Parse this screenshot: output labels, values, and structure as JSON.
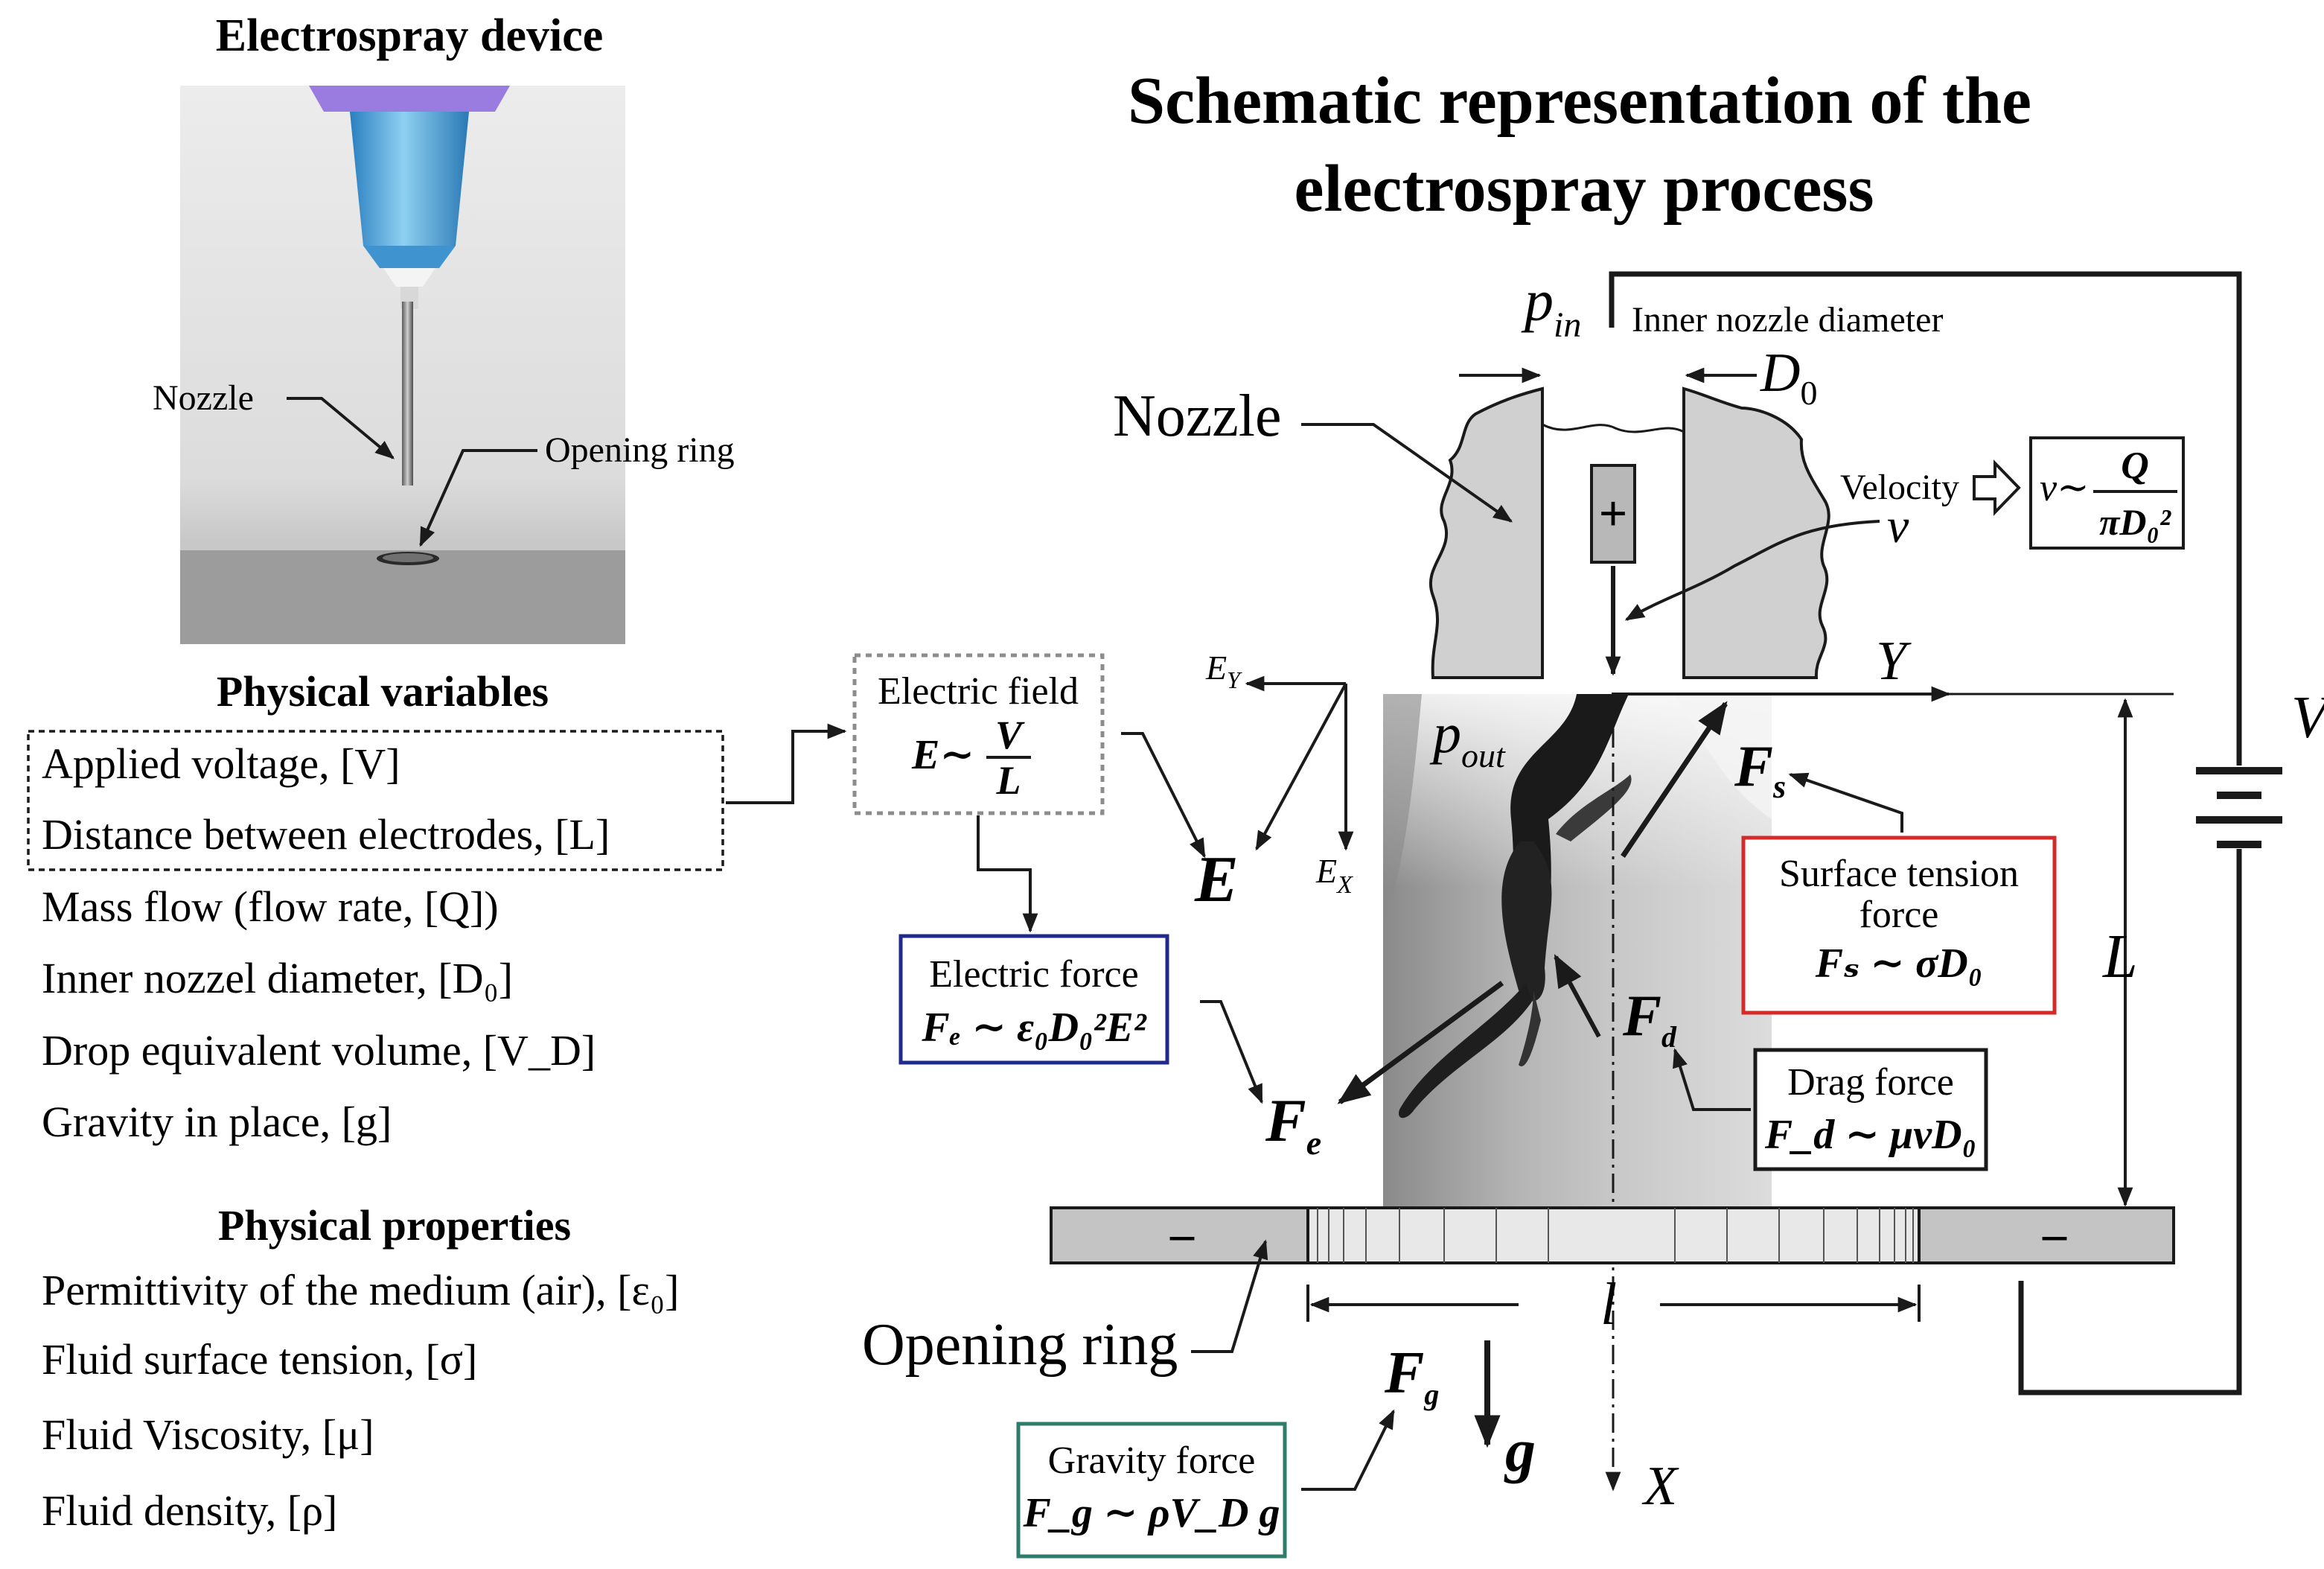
{
  "left_panel": {
    "photo_title": "Electrospray device",
    "photo_labels": {
      "nozzle": "Nozzle",
      "opening_ring": "Opening ring"
    },
    "variables_title": "Physical variables",
    "variables": [
      "Applied voltage, [V]",
      "Distance between electrodes, [L]",
      "Mass flow (flow rate, [Q])",
      "Inner nozzel diameter, [D₀]",
      "Drop equivalent volume, [V_D]",
      "Gravity in place, [g]"
    ],
    "properties_title": "Physical properties",
    "properties": [
      "Permittivity of the medium (air), [ε₀]",
      "Fluid surface tension, [σ]",
      "Fluid Viscosity, [μ]",
      "Fluid density, [ρ]"
    ]
  },
  "schematic": {
    "title_line1": "Schematic representation of the",
    "title_line2": "electrospray process",
    "labels": {
      "p_in": "p",
      "p_in_sub": "in",
      "p_out": "p",
      "p_out_sub": "out",
      "inner_nozzle_diameter": "Inner nozzle diameter",
      "D0": "D",
      "D0_sub": "0",
      "nozzle": "Nozzle",
      "velocity": "Velocity",
      "v": "v",
      "Y": "Y",
      "X": "X",
      "E_Y": "E",
      "E_Y_sub": "Y",
      "E_X": "E",
      "E_X_sub": "X",
      "E": "E",
      "V": "V",
      "L": "L",
      "l": "l",
      "g": "g",
      "opening_ring": "Opening ring",
      "plus": "+",
      "minus": "–",
      "F_s": "F",
      "F_s_sub": "s",
      "F_d": "F",
      "F_d_sub": "d",
      "F_e": "F",
      "F_e_sub": "e",
      "F_g": "F",
      "F_g_sub": "g"
    },
    "velocity_formula": {
      "lhs": "v∼",
      "num": "Q",
      "den": "πD₀²"
    },
    "boxes": {
      "electric_field": {
        "title": "Electric field",
        "lhs": "E∼",
        "num": "V",
        "den": "L",
        "color": "#8c8c8c"
      },
      "electric_force": {
        "title": "Electric force",
        "formula": "Fₑ ∼ ε₀D₀²E²",
        "color": "#1f2a8c"
      },
      "surface_tension": {
        "title_line1": "Surface tension",
        "title_line2": "force",
        "formula": "Fₛ ∼ σD₀",
        "color": "#d42a2a"
      },
      "drag": {
        "title": "Drag force",
        "formula": "F_d ∼ μvD₀",
        "color": "#1a1a1a"
      },
      "gravity": {
        "title": "Gravity force",
        "formula": "F_g ∼ ρV_D g",
        "color": "#2e7d6b"
      }
    }
  },
  "colors": {
    "nozzle_fill": "#d0d0d0",
    "ring_fill": "#c4c4c4",
    "photo_tip": "#3da0d8",
    "photo_hub": "#8b6fd0"
  }
}
